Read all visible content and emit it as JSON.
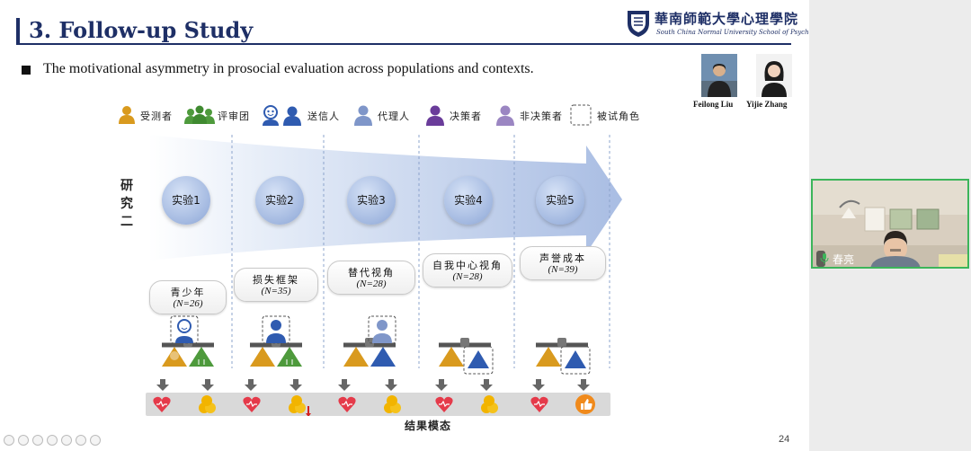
{
  "slide": {
    "title": "3. Follow-up Study",
    "logo_cn": "華南師範大學心理學院",
    "logo_en": "South China Normal University School of Psychology",
    "bullet": "The motivational asymmetry in prosocial evaluation across populations and contexts.",
    "authors": [
      "Feilong Liu",
      "Yijie Zhang"
    ],
    "legend": [
      {
        "label": "受测者",
        "icon": "person-icon",
        "color": "#d99a1e"
      },
      {
        "label": "评审团",
        "icon": "group-icon",
        "color": "#4e9a3c"
      },
      {
        "label": "送信人",
        "icon": "messenger-icon",
        "color": "#2f5bb0"
      },
      {
        "label": "代理人",
        "icon": "agent-icon",
        "color": "#7f96c9"
      },
      {
        "label": "决策者",
        "icon": "decider-icon",
        "color": "#6a3c9a"
      },
      {
        "label": "非决策者",
        "icon": "nondecider-icon",
        "color": "#9b86c2"
      },
      {
        "label": "被试角色",
        "icon": "dashed-box-icon",
        "color": "#555555"
      }
    ],
    "study_label": [
      "研",
      "究",
      "二"
    ],
    "experiments": [
      "实验1",
      "实验2",
      "实验3",
      "实验4",
      "实验5"
    ],
    "conditions": [
      {
        "line1": "青少年",
        "line2": "(N=26)"
      },
      {
        "line1": "损失框架",
        "line2": "(N=35)"
      },
      {
        "line1": "替代视角",
        "line2": "(N=28)"
      },
      {
        "line1": "自我中心视角",
        "line2": "(N=28)"
      },
      {
        "line1": "声誉成本",
        "line2": "(N=39)"
      }
    ],
    "outcome_label": "结果模态",
    "outcome_icons": [
      "heart-icon",
      "coins-icon",
      "heart-icon",
      "coins-down-icon",
      "heart-icon",
      "coins-icon",
      "heart-icon",
      "coins-icon",
      "heart-icon",
      "thumbs-up-icon"
    ],
    "page_number": "24",
    "colors": {
      "title": "#1e2f66",
      "arrow": "#a9bde3",
      "bar": "#d9d9d9",
      "heart": "#e53a4a",
      "coin": "#f2b400"
    }
  },
  "video": {
    "participant": "春亮",
    "border_color": "#3cb55a"
  }
}
